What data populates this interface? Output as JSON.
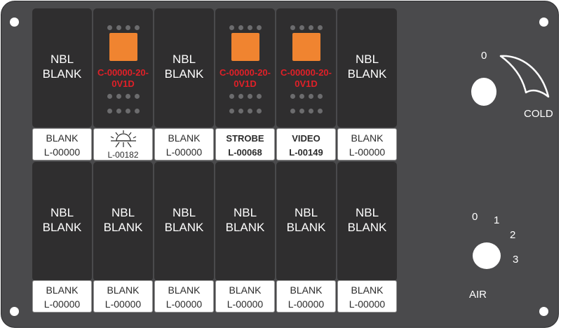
{
  "panel": {
    "title": "Switch panel",
    "switches_top": [
      {
        "type": "blank",
        "cap": [
          "NBL",
          "BLANK"
        ],
        "label": [
          "BLANK",
          "L-00000"
        ]
      },
      {
        "type": "lamp",
        "cap": [
          "C-00000-20-",
          "0V1D"
        ],
        "label_icon": "sun-burst-icon",
        "label": [
          "",
          "L-00182"
        ]
      },
      {
        "type": "blank",
        "cap": [
          "NBL",
          "BLANK"
        ],
        "label": [
          "BLANK",
          "L-00000"
        ]
      },
      {
        "type": "lamp",
        "cap": [
          "C-00000-20-",
          "0V1D"
        ],
        "label": [
          "STROBE",
          "L-00068"
        ]
      },
      {
        "type": "lamp",
        "cap": [
          "C-00000-20-",
          "0V1D"
        ],
        "label": [
          "VIDEO",
          "L-00149"
        ]
      },
      {
        "type": "blank",
        "cap": [
          "NBL",
          "BLANK"
        ],
        "label": [
          "BLANK",
          "L-00000"
        ]
      }
    ],
    "switches_bottom": [
      {
        "cap": [
          "NBL",
          "BLANK"
        ],
        "label": [
          "BLANK",
          "L-00000"
        ]
      },
      {
        "cap": [
          "NBL",
          "BLANK"
        ],
        "label": [
          "BLANK",
          "L-00000"
        ]
      },
      {
        "cap": [
          "NBL",
          "BLANK"
        ],
        "label": [
          "BLANK",
          "L-00000"
        ]
      },
      {
        "cap": [
          "NBL",
          "BLANK"
        ],
        "label": [
          "BLANK",
          "L-00000"
        ]
      },
      {
        "cap": [
          "NBL",
          "BLANK"
        ],
        "label": [
          "BLANK",
          "L-00000"
        ]
      },
      {
        "cap": [
          "NBL",
          "BLANK"
        ],
        "label": [
          "BLANK",
          "L-00000"
        ]
      }
    ],
    "temp_knob": {
      "zero": "0",
      "label": "COLD"
    },
    "air_knob": {
      "positions": [
        "0",
        "1",
        "2",
        "3"
      ],
      "label": "AIR"
    },
    "colors": {
      "panel": "#4a4a4c",
      "switch": "#2f2e2f",
      "lamp": "#f08430",
      "part_number": "#e02028",
      "label_bg": "#ffffff"
    }
  }
}
